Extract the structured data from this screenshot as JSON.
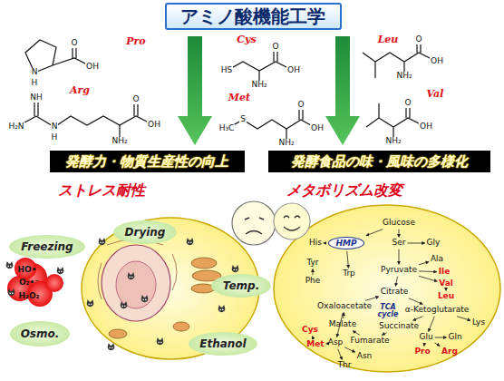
{
  "diagram": {
    "nodes": [
      {
        "text": [
          "アミノ酸機能工学"
        ]
      },
      {
        "text": [
          "発酵力・物質生産性の向上"
        ]
      },
      {
        "text": [
          "発酵食品の味・風味の多様化"
        ]
      },
      {
        "text": [
          "Freezing"
        ]
      },
      {
        "text": [
          "Drying"
        ]
      },
      {
        "text": [
          "Temp."
        ]
      },
      {
        "text": [
          "Osmo."
        ]
      },
      {
        "text": [
          "Ethanol"
        ]
      },
      {
        "text": [
          "HMP"
        ]
      }
    ],
    "labels": [
      "Pro",
      "Arg",
      "Cys",
      "Met",
      "Leu",
      "Val",
      "N",
      "H",
      "O",
      "OH",
      "NH",
      "H₂N",
      "N",
      "H",
      "O",
      "OH",
      "NH₂",
      "HS",
      "O",
      "OH",
      "NH₂",
      "H₃C",
      "S",
      "O",
      "OH",
      "NH₂",
      "O",
      "OH",
      "NH₂",
      "O",
      "OH",
      "NH₂",
      "ストレス耐性",
      "メタボリズム改変",
      "HO•",
      "O₂•⁻",
      "H₂O₂",
      "Glucose",
      "His",
      "Ser",
      "Gly",
      "Tyr",
      "Phe",
      "Trp",
      "Pyruvate",
      "Ala",
      "Ile",
      "Val",
      "Leu",
      "Citrate",
      "TCA cycle",
      "Oxaloacetate",
      "α-Ketoglutarate",
      "Malate",
      "Succinate",
      "Fumarate",
      "Lys",
      "Glu",
      "Gln",
      "Pro",
      "Arg",
      "Cys",
      "Met",
      "Asp",
      "Asn",
      "Thr"
    ]
  }
}
